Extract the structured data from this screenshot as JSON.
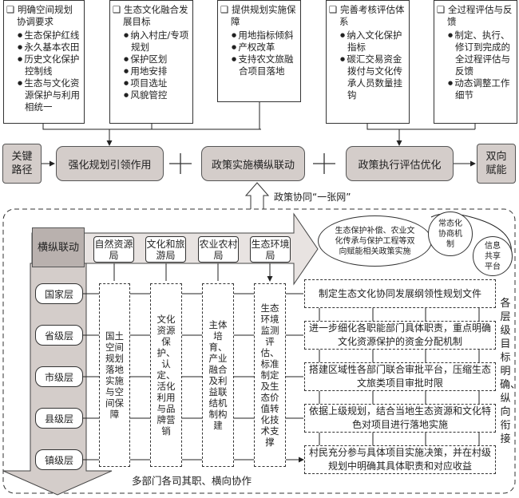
{
  "top_boxes": [
    {
      "title": "明确空间规划协调要求",
      "items": [
        "生态保护红线",
        "永久基本农田",
        "历史文化保护控制线",
        "生态与文化资源保护与利用相统一"
      ]
    },
    {
      "title": "生态文化融合发展目标",
      "items": [
        "纳入村庄/专项规划",
        "保护区划",
        "用地安排",
        "项目选址",
        "风貌管控"
      ]
    },
    {
      "title": "提供规划实施保障",
      "items": [
        "用地指标倾斜",
        "产权改革",
        "支持农文旅融合项目落地"
      ]
    },
    {
      "title": "完善考核评估体系",
      "items": [
        "纳入文化保护指标",
        "碳汇交易资金拨付与文化传承人员数量挂钩"
      ]
    },
    {
      "title": "全过程评估与反馈",
      "items": [
        "制定、执行、修订到完成的全过程评估与反馈",
        "动态调整工作细节"
      ]
    }
  ],
  "path_row": {
    "start": "关键路径",
    "step1": "强化规划引领作用",
    "step2": "政策实施横纵联动",
    "step3": "政策执行评估优化",
    "end": "双向赋能",
    "plus": "+"
  },
  "policy_net": "政策协同“一张网”",
  "linkage": {
    "label": "横纵联动",
    "departments": [
      "自然资源局",
      "文化和旅游局",
      "农业农村局",
      "生态环境局"
    ],
    "ellipse": "生态保护补偿、农业文化传承与保护工程等双向赋能相关政策实施",
    "circles": [
      "常态化协商机制",
      "信息共享平台"
    ],
    "levels": [
      "国家层",
      "省级层",
      "市级层",
      "县级层",
      "镇级层"
    ],
    "columns": [
      "国土空间规划落地实施与空间保障",
      "文化资源保护、认定、活化利用与品牌营销",
      "主体培育、产业融合及利益联结机制构建",
      "生态环境监测评估、标准制定及生态价值转化技术支撑"
    ],
    "actions": [
      "制定生态文化协同发展纲领性规划文件",
      "进一步细化各职能部门具体职责，重点明确文化资源保护的资金分配机制",
      "搭建区域性各部门联合审批平台，压缩生态文旅类项目审批时限",
      "依据上级规划，结合当地生态资源和文化特色对项目进行落地实施",
      "村民充分参与具体项目实施决策，并在村级规划中明确其具体职责和对应收益"
    ],
    "vertical_note": "各层级目标明确、纵向衔接",
    "horizontal_note": "多部门各司其职、横向协作"
  }
}
